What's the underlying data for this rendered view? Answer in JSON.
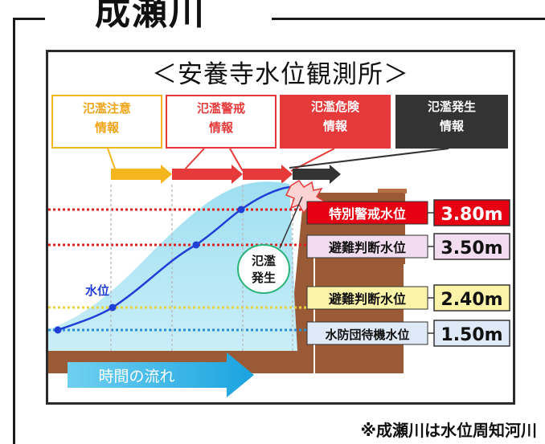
{
  "title": "成瀬川",
  "station": "＜安養寺水位観測所＞",
  "alerts": [
    {
      "line1": "氾濫注意",
      "line2": "情報",
      "color": "#f5b51f"
    },
    {
      "line1": "氾濫警戒",
      "line2": "情報",
      "color": "#e63a3a"
    },
    {
      "line1": "氾濫危険",
      "line2": "情報",
      "color": "#e63a3a"
    },
    {
      "line1": "氾濫発生",
      "line2": "情報",
      "color": "#333333"
    }
  ],
  "levels": [
    {
      "label": "特別警戒水位",
      "value": "3.80m"
    },
    {
      "label": "避難判断水位",
      "value": "3.50m"
    },
    {
      "label": "避難判断水位",
      "value": "2.40m"
    },
    {
      "label": "水防団待機水位",
      "value": "1.50m"
    }
  ],
  "water_label": "水位",
  "flood_label": {
    "line1": "氾濫",
    "line2": "発生"
  },
  "time_label": "時間の流れ",
  "note": "※成瀬川は水位周知河川"
}
